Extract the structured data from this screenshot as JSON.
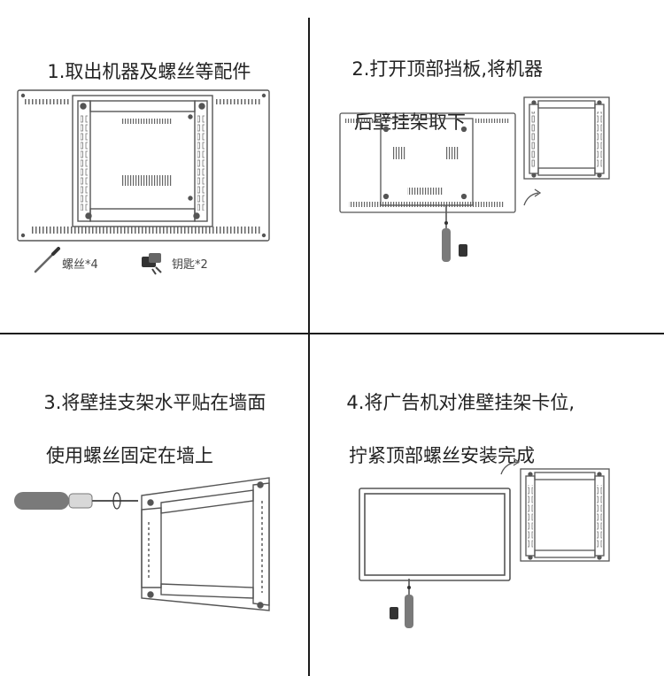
{
  "steps": [
    {
      "line1": "1.取出机器及螺丝等配件",
      "line2": ""
    },
    {
      "line1": "2.打开顶部挡板,将机器",
      "line2": "后壁挂架取下"
    },
    {
      "line1": "3.将壁挂支架水平贴在墙面",
      "line2": "使用螺丝固定在墙上"
    },
    {
      "line1": "4.将广告机对准壁挂架卡位,",
      "line2": "拧紧顶部螺丝安装完成"
    }
  ],
  "accessories": {
    "screw_label": "螺丝*4",
    "key_label": "钥匙*2"
  },
  "colors": {
    "line": "#555555",
    "divider": "#1a1a1a",
    "handle": "#7a7a7a"
  }
}
